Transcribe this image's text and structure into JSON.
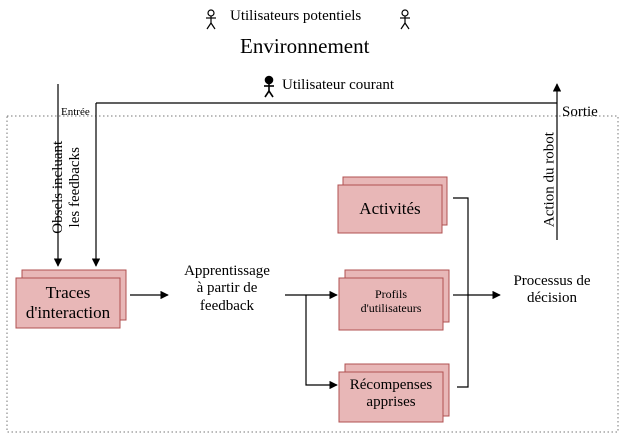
{
  "header": {
    "potential_users": "Utilisateurs potentiels",
    "environment": "Environnement",
    "current_user": "Utilisateur courant"
  },
  "io": {
    "input": "Entrée",
    "output": "Sortie",
    "obsels": [
      "Obsels incluant",
      "les feedbacks"
    ],
    "robot_action": "Action du robot"
  },
  "process": {
    "traces": [
      "Traces",
      "d'interaction"
    ],
    "learning": [
      "Apprentissage",
      "à partir de",
      "feedback"
    ],
    "activities": "Activités",
    "profiles": [
      "Profils",
      "d'utilisateurs"
    ],
    "rewards": [
      "Récompenses",
      "apprises"
    ],
    "decision": [
      "Processus de",
      "décision"
    ]
  },
  "colors": {
    "box_fill": "#e8b7b7",
    "box_stroke": "#b05050",
    "line": "#000000",
    "frame": "#777777"
  },
  "icons": [
    "person-outline-icon",
    "person-outline-icon",
    "person-filled-icon"
  ]
}
